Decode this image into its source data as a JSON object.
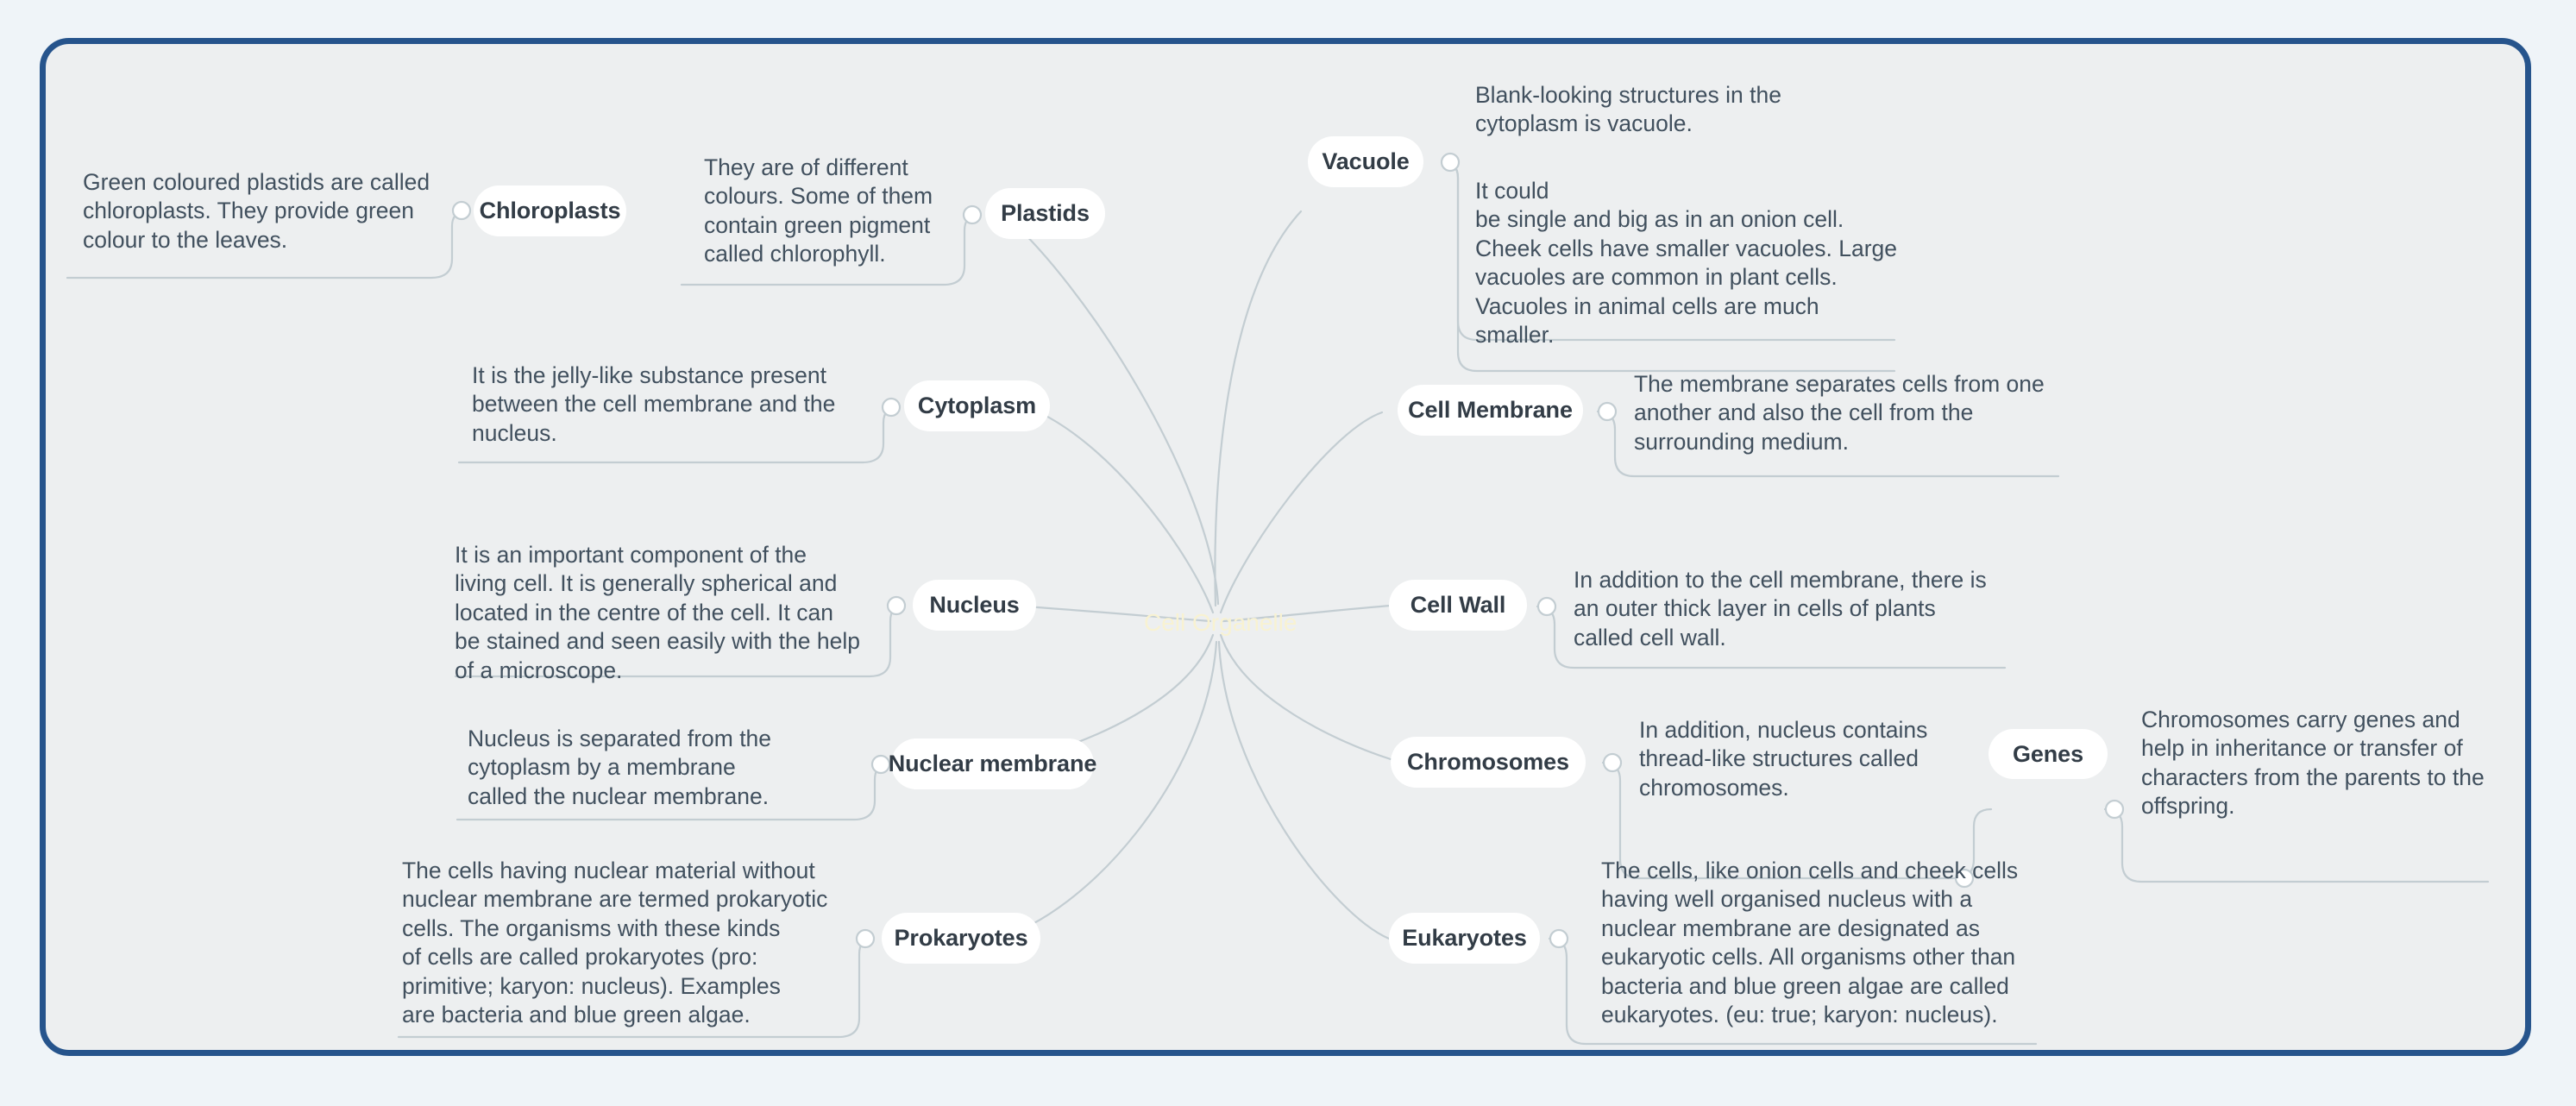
{
  "theme": {
    "page_background": "#eff4f8",
    "canvas_background": "#edeff0",
    "canvas_border": "#26548c",
    "node_fill": "#ffffff",
    "node_text": "#323c46",
    "leaf_text": "#41505e",
    "connector": "#c3cdd2",
    "center_text": "#f8f2d2"
  },
  "center": {
    "label": "Cell Organelle"
  },
  "nodes": {
    "chloroplasts": {
      "label": "Chloroplasts"
    },
    "plastids": {
      "label": "Plastids"
    },
    "vacuole": {
      "label": "Vacuole"
    },
    "cytoplasm": {
      "label": "Cytoplasm"
    },
    "cell_membrane": {
      "label": "Cell Membrane"
    },
    "nucleus": {
      "label": "Nucleus"
    },
    "cell_wall": {
      "label": "Cell Wall"
    },
    "nuclear_membrane": {
      "label": "Nuclear membrane"
    },
    "chromosomes": {
      "label": "Chromosomes"
    },
    "genes": {
      "label": "Genes"
    },
    "prokaryotes": {
      "label": "Prokaryotes"
    },
    "eukaryotes": {
      "label": "Eukaryotes"
    }
  },
  "leaves": {
    "chloroplasts_desc": "Green coloured plastids are called\nchloroplasts. They provide green\ncolour to the leaves.",
    "plastids_desc": "They are of different\ncolours. Some of them\ncontain green pigment\ncalled chlorophyll.",
    "vacuole_desc_1": "Blank-looking structures in the\ncytoplasm is vacuole.",
    "vacuole_desc_2": "It could\nbe single and big as in an onion cell.\nCheek cells have smaller vacuoles. Large\nvacuoles are common in plant cells.\nVacuoles in animal cells are much\nsmaller.",
    "cytoplasm_desc": "It is the jelly-like substance present\nbetween the cell membrane and the\nnucleus.",
    "cell_membrane_desc": "The membrane separates cells from one\nanother and also the cell from the\nsurrounding medium.",
    "nucleus_desc": "It is an important component of the\nliving cell. It is generally spherical and\nlocated in the centre of the cell. It can\nbe stained and seen easily with the help\nof a microscope.",
    "cell_wall_desc": "In addition to the cell membrane, there is\nan outer thick layer in cells of plants\ncalled cell wall.",
    "nuclear_membrane_desc": "Nucleus is separated from the\ncytoplasm by a membrane\ncalled the nuclear membrane.",
    "chromosomes_desc": "In addition, nucleus contains\nthread-like structures called\nchromosomes.",
    "genes_desc": "Chromosomes carry genes and\nhelp in inheritance or transfer of\ncharacters from the parents to the\noffspring.",
    "prokaryotes_desc": "The cells having nuclear material without\nnuclear membrane are termed prokaryotic\ncells. The organisms with these kinds\nof cells are called prokaryotes (pro:\nprimitive; karyon: nucleus). Examples\nare bacteria and blue green algae.",
    "eukaryotes_desc": "The cells, like onion cells and cheek cells\nhaving well organised nucleus with a\nnuclear membrane are designated as\neukaryotic cells. All organisms other than\nbacteria and blue green algae are called\neukaryotes. (eu: true; karyon: nucleus)."
  }
}
